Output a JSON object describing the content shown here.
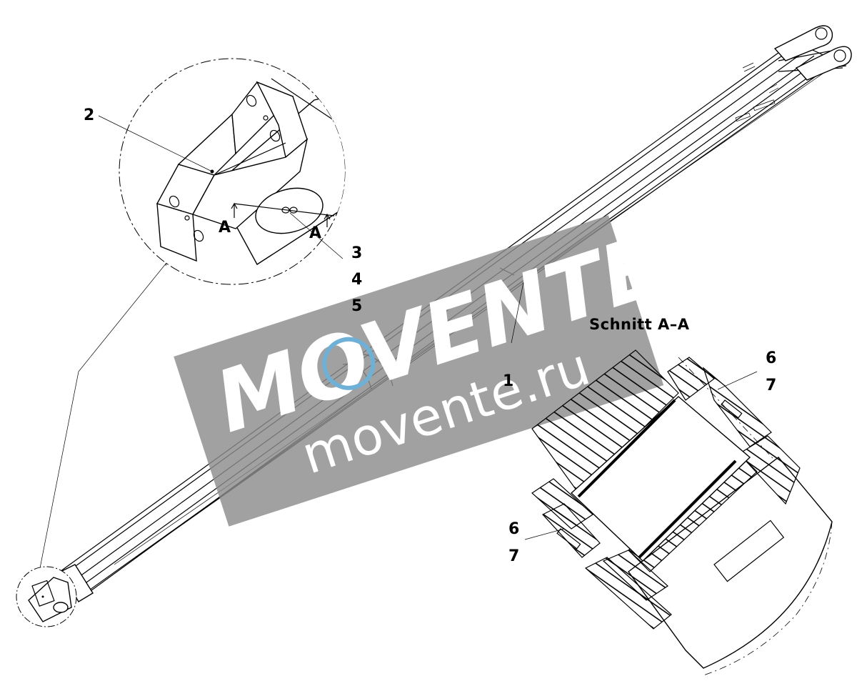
{
  "callouts": {
    "c1": "1",
    "c2": "2",
    "c3": "3",
    "c4": "4",
    "c5": "5",
    "c6a": "6",
    "c7a": "7",
    "c6b": "6",
    "c7b": "7",
    "sectionA_left": "A",
    "sectionA_right": "A"
  },
  "section_title": "Schnitt  A–A",
  "watermark": {
    "brand": "MOVENTE",
    "url": "movente.ru",
    "color": "#8c8c8c"
  }
}
